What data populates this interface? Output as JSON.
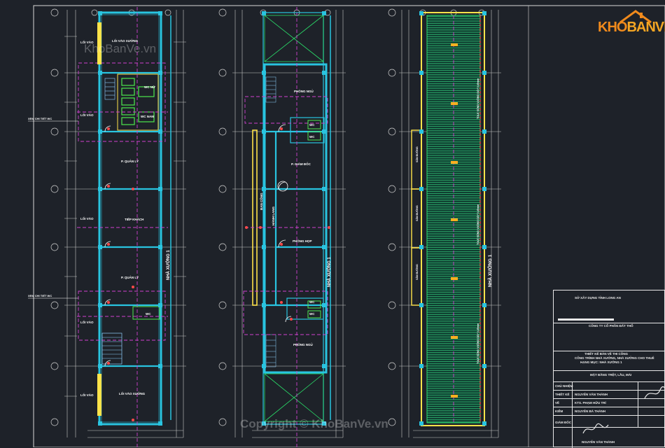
{
  "watermark": {
    "top_text": "KhoBanVe.vn",
    "bottom_text": "Copyright © KhoBanVe.vn"
  },
  "logo": {
    "part1": "KHO",
    "part2": "BANVE",
    "icon": "house-roof-icon"
  },
  "plan1": {
    "rooms": {
      "loi_vao_1": "LỐI VÀO",
      "loi_vao_xuong_top": "LỐI VÀO XƯỞNG",
      "wc_nu": "WC NỮ",
      "wc_nam": "WC NAM",
      "loi_vao_2": "LỐI VÀO",
      "p_quan_ly_1": "P. QUẢN LÝ",
      "tiep_khach": "TIẾP KHÁCH",
      "loi_vao_3": "LỐI VÀO",
      "p_quan_ly_2": "P. QUẢN LÝ",
      "loi_vao_4": "LỐI VÀO",
      "wc": "WC",
      "loi_vao_5": "LỐI VÀO",
      "loi_vao_xuong_bottom": "LỐI VÀO XƯỞNG",
      "nha_xuong": "NHÀ XƯỞNG 1"
    },
    "callouts": [
      "XEM CHI TIẾT WC",
      "XEM CHI TIẾT WC"
    ]
  },
  "plan2": {
    "rooms": {
      "phong_ngu": "PHÒNG NGỦ",
      "wc_a": "WC",
      "wc_b": "WC",
      "p_giam_doc": "P. GIÁM ĐỐC",
      "ban_cong": "BAN CÔNG",
      "hanh_lang": "HÀNH LANG",
      "phong_hop": "PHÒNG HỌP",
      "wc_c": "WC",
      "wc_d": "WC",
      "phong_ngu_2": "PHÒNG NGỦ",
      "nha_xuong": "NHÀ XƯỞNG 1"
    }
  },
  "plan3": {
    "labels": {
      "side_a": "SÂN ĐƯỜNG",
      "side_b": "SÂN ĐƯỜNG",
      "side_c": "SÂN ĐƯỜNG",
      "roof_1": "TOLE SÓNG VUÔNG DÀY 0.45mm",
      "roof_2": "TOLE SÓNG VUÔNG DÀY 0.45mm",
      "roof_3": "TOLE SÓNG VUÔNG DÀY 0.45mm",
      "nha_xuong": "NHÀ XƯỞNG 1"
    }
  },
  "title_block": {
    "authority": "SỞ XÂY DỰNG TỈNH LONG AN",
    "company": "CÔNG TY CỔ PHẦN ĐẤT THỔ",
    "project_line1": "THIẾT KẾ BẢN VẼ THI CÔNG",
    "project_line2": "CÔNG TRÌNH NHÀ XƯỞNG, NHÀ XƯỞNG CHO THUÊ",
    "project_line3": "HẠNG MỤC: NHÀ XƯỞNG 1",
    "sheet_title": "MẶT BẰNG TRỆT, LẦU, MÁI",
    "rows": [
      {
        "role": "CHỦ NHIỆM",
        "name": ""
      },
      {
        "role": "THIẾT KẾ",
        "name": "NGUYỄN VĂN THÀNH"
      },
      {
        "role": "VẼ",
        "name": "KTS. PHẠM HỮU TRÍ"
      },
      {
        "role": "KIỂM",
        "name": "NGUYỄN BÁ THÀNH"
      },
      {
        "role": "GIÁM ĐỐC",
        "name": ""
      }
    ],
    "director_name": "NGUYỄN VĂN THÀNH"
  }
}
